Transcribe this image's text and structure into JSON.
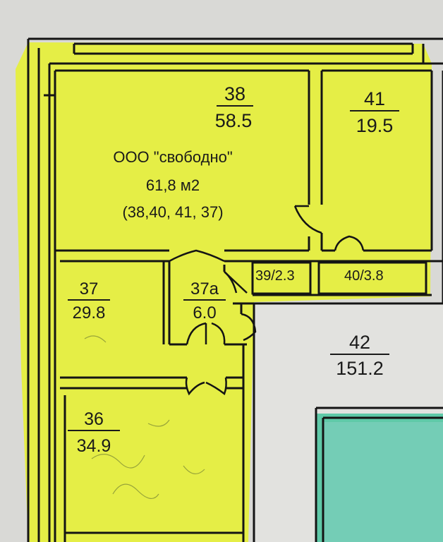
{
  "plan": {
    "colors": {
      "paper": "#d9d9d6",
      "highlight_yellow": "#e6f03a",
      "highlight_green": "#5fc9a8",
      "wall": "#141414"
    },
    "rooms": [
      {
        "id": "38",
        "number": "38",
        "area": "58.5",
        "highlighted": true
      },
      {
        "id": "41",
        "number": "41",
        "area": "19.5",
        "highlighted": true
      },
      {
        "id": "37",
        "number": "37",
        "area": "29.8",
        "highlighted": true
      },
      {
        "id": "37a",
        "number": "37а",
        "area": "6.0",
        "highlighted": true
      },
      {
        "id": "36",
        "number": "36",
        "area": "34.9",
        "highlighted": true
      },
      {
        "id": "42",
        "number": "42",
        "area": "151.2",
        "highlighted": false
      }
    ],
    "small_rooms": [
      {
        "id": "39",
        "label": "39/2.3"
      },
      {
        "id": "40",
        "label": "40/3.8"
      }
    ],
    "note": {
      "tenant": "ООО \"свободно\"",
      "total_area": "61,8 м2",
      "rooms_list": "(38,40, 41, 37)"
    }
  }
}
